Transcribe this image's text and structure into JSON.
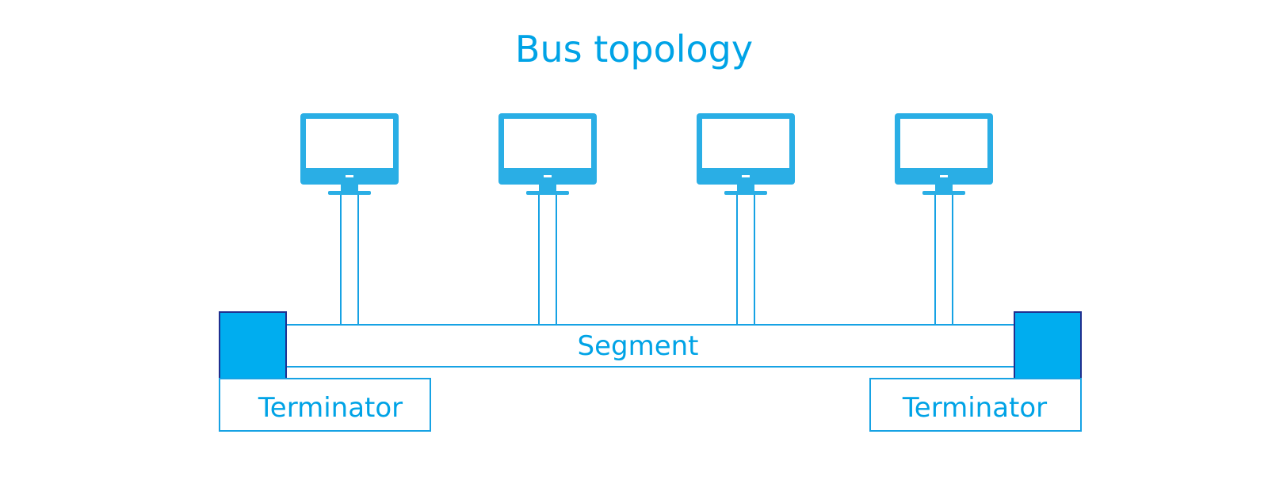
{
  "title": "Bus topology",
  "segment_label": "Segment",
  "terminators": [
    {
      "label": "Terminator"
    },
    {
      "label": "Terminator"
    }
  ],
  "computers": [
    {
      "icon": "monitor-icon"
    },
    {
      "icon": "monitor-icon"
    },
    {
      "icon": "monitor-icon"
    },
    {
      "icon": "monitor-icon"
    }
  ],
  "colors": {
    "accent": "#00a3e6",
    "monitor": "#2aaee5",
    "line": "#16a2e4",
    "terminator_fill": "#00adef",
    "terminator_border": "#1f2f8f"
  }
}
